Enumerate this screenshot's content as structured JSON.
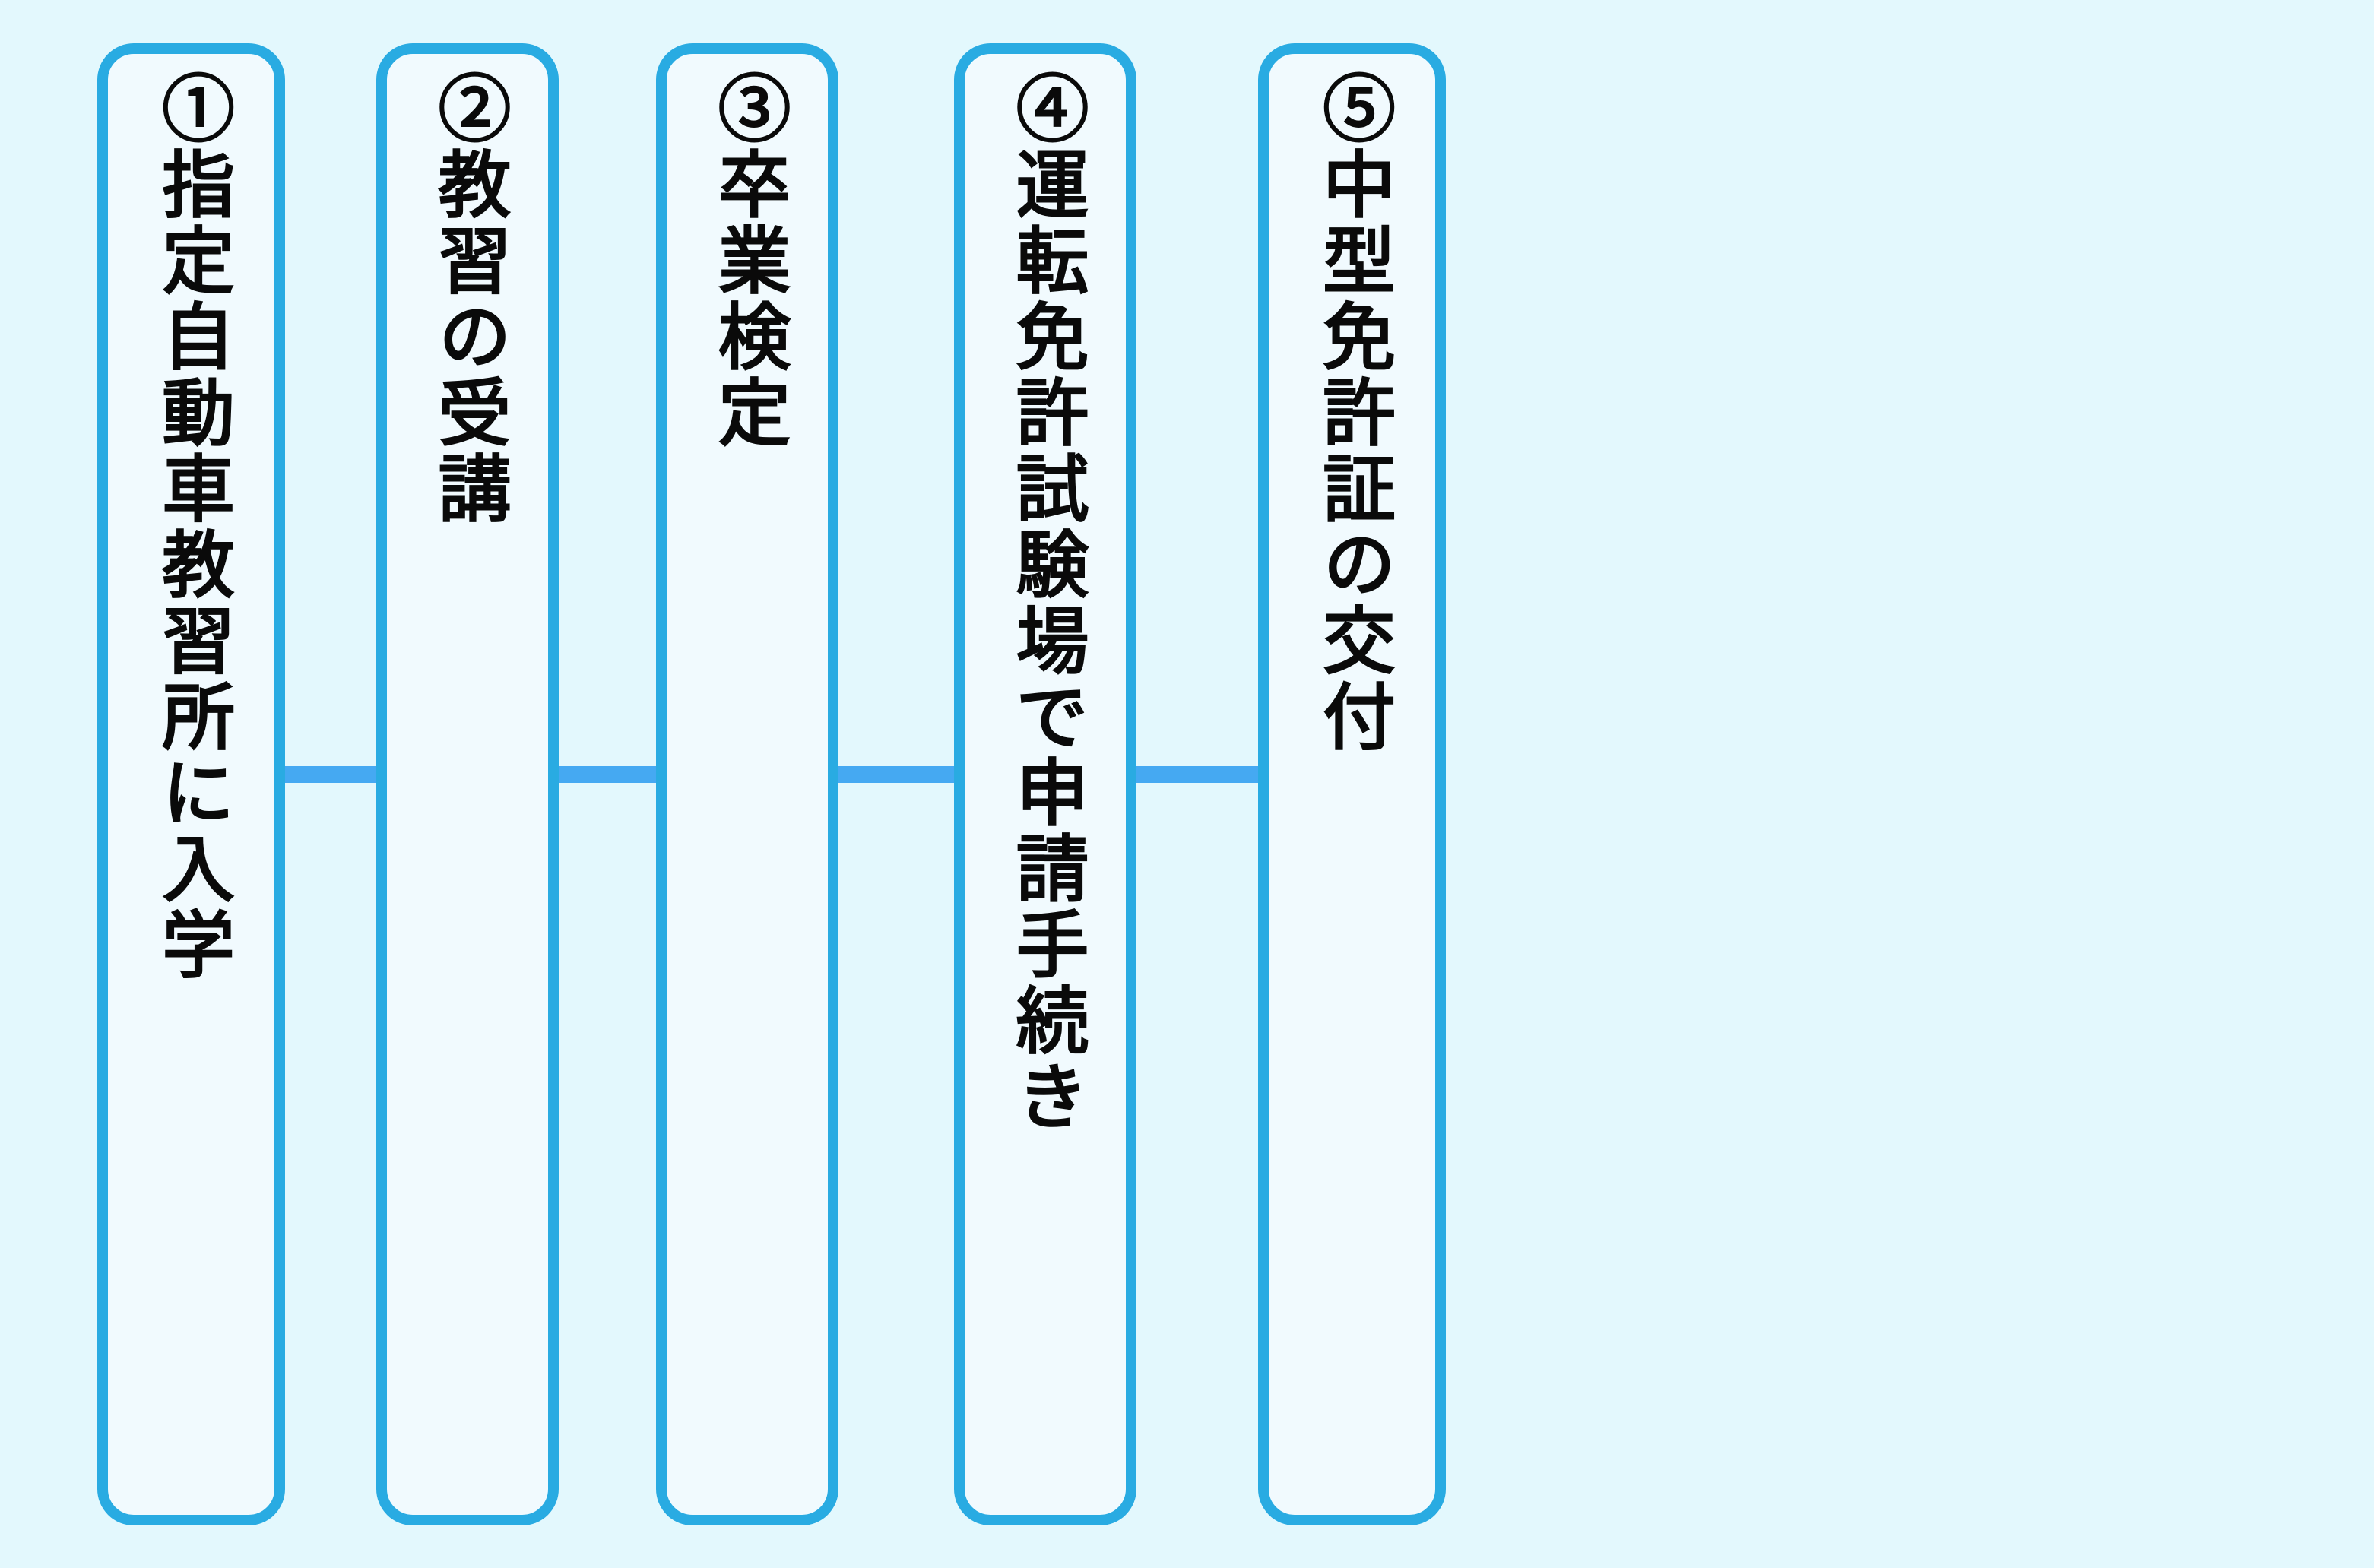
{
  "diagram": {
    "description_colors": {
      "background_color": "#E3F8FD",
      "box_fill_color": "#F1FAFE",
      "box_border_color": "#29ABE2",
      "connector_color": "#45A9F2",
      "text_color": "#0A0A0A"
    },
    "steps": [
      {
        "number": "①",
        "label": "指定自動車教習所に入学"
      },
      {
        "number": "②",
        "label": "教習の受講"
      },
      {
        "number": "③",
        "label": "卒業検定"
      },
      {
        "number": "④",
        "label": "運転免許試験場で申請手続き"
      },
      {
        "number": "⑤",
        "label": "中型免許証の交付"
      }
    ]
  }
}
